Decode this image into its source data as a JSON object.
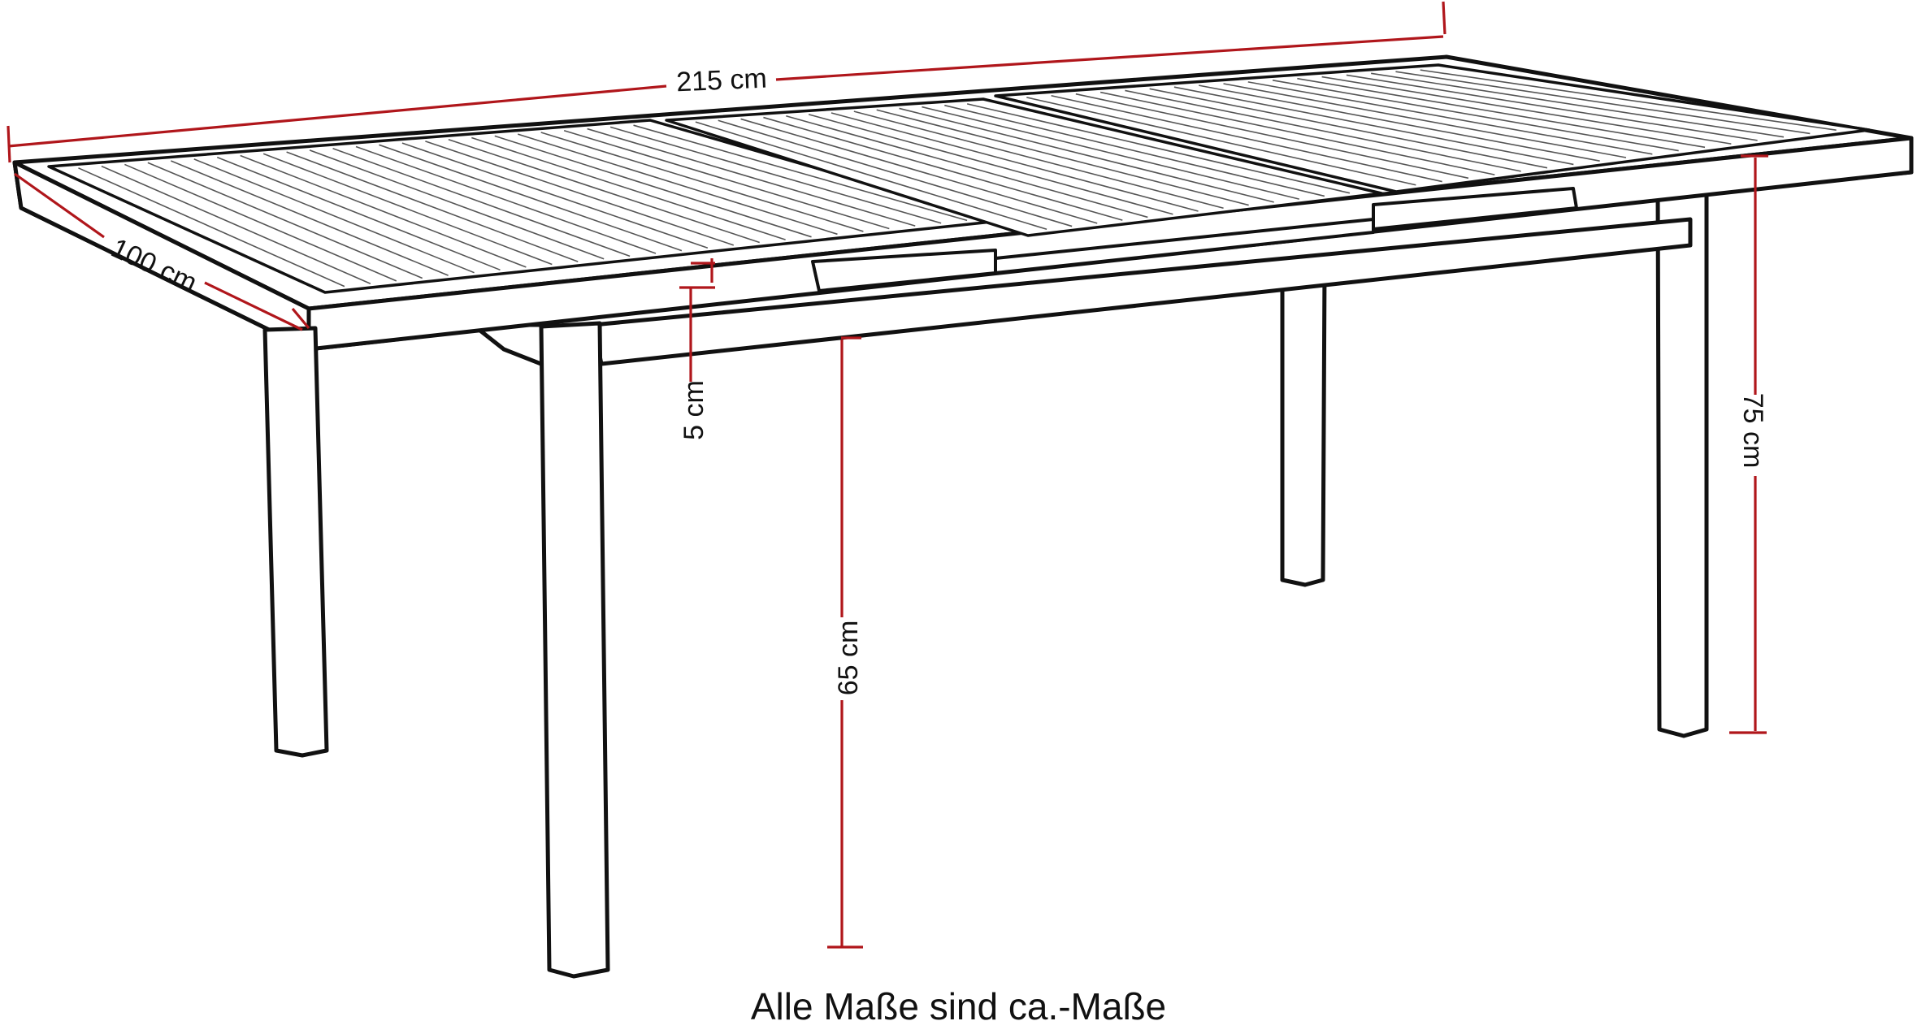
{
  "colors": {
    "dimension_line": "#b0161b",
    "outline": "#111111"
  },
  "dimensions": {
    "length": "215 cm",
    "depth": "100 cm",
    "frame_height": "5 cm",
    "clearance_height": "65 cm",
    "total_height": "75 cm"
  },
  "caption": "Alle Maße sind ca.-Maße"
}
